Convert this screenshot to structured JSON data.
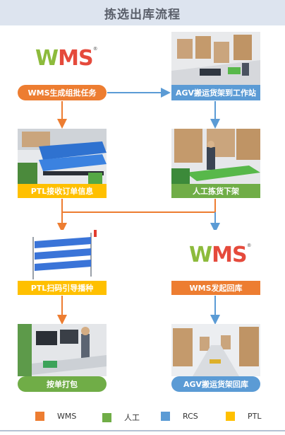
{
  "title": "拣选出库流程",
  "logo_text": {
    "w": "W",
    "m": "M",
    "s": "S",
    "reg": "®"
  },
  "nodes": {
    "wms_create": "WMS生成组批任务",
    "agv_to_station": "AGV搬运货架到工作站",
    "ptl_receive": "PTL接收订单信息",
    "manual_pick": "人工拣货下架",
    "ptl_scan": "PTL扫码引导播种",
    "wms_return": "WMS发起回库",
    "pack": "按单打包",
    "agv_return": "AGV搬运货架回库"
  },
  "legend": [
    {
      "label": "WMS",
      "color": "#ed7d31"
    },
    {
      "label": "人工",
      "color": "#70ad47"
    },
    {
      "label": "RCS",
      "color": "#5b9bd5"
    },
    {
      "label": "PTL",
      "color": "#ffc000"
    }
  ],
  "colors": {
    "wms": "#ed7d31",
    "manual": "#70ad47",
    "rcs": "#5b9bd5",
    "ptl": "#ffc000",
    "title_bg": "#dde4ef"
  }
}
